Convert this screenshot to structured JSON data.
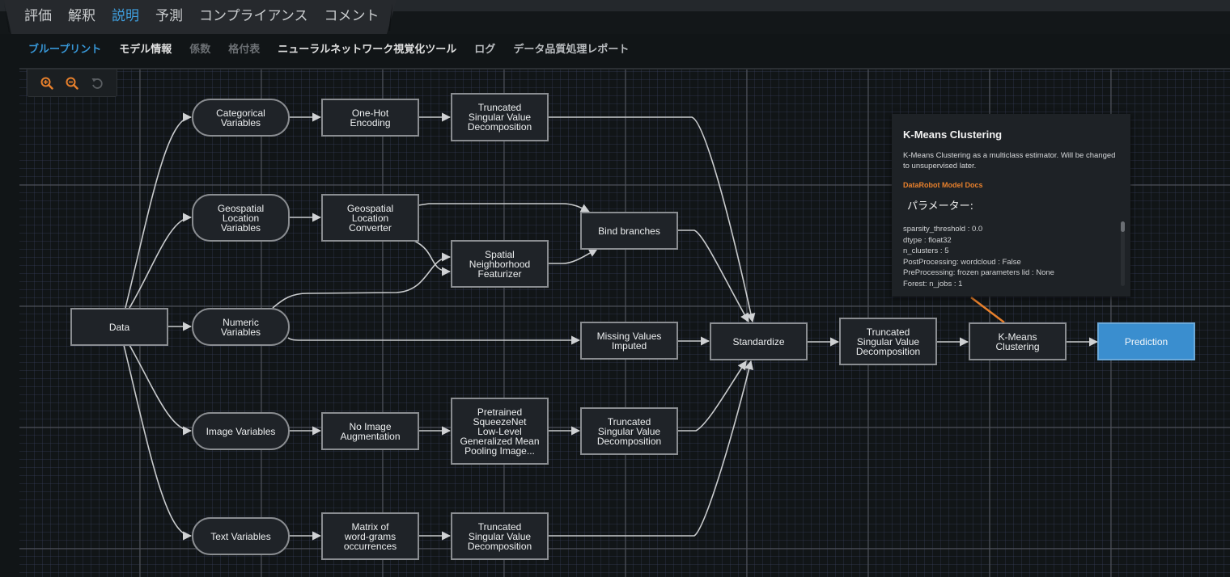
{
  "main_tabs": [
    {
      "label": "評価",
      "active": false
    },
    {
      "label": "解釈",
      "active": false
    },
    {
      "label": "説明",
      "active": true
    },
    {
      "label": "予測",
      "active": false
    },
    {
      "label": "コンプライアンス",
      "active": false
    },
    {
      "label": "コメント",
      "active": false
    }
  ],
  "sub_tabs": [
    {
      "label": "ブループリント",
      "state": "active"
    },
    {
      "label": "モデル情報",
      "state": "normal"
    },
    {
      "label": "係数",
      "state": "disabled"
    },
    {
      "label": "格付表",
      "state": "disabled"
    },
    {
      "label": "ニューラルネットワーク視覚化ツール",
      "state": "normal"
    },
    {
      "label": "ログ",
      "state": "light"
    },
    {
      "label": "データ品質処理レポート",
      "state": "light"
    }
  ],
  "zoom_controls": {
    "zoom_in_icon": "zoom-in-icon",
    "zoom_out_icon": "zoom-out-icon",
    "reset_icon": "reset-icon",
    "accent_color": "#e8802c"
  },
  "blueprint": {
    "nodes": {
      "data": "Data",
      "categorical": "Categorical\nVariables",
      "geo_vars": "Geospatial\nLocation\nVariables",
      "numeric": "Numeric\nVariables",
      "image_vars": "Image Variables",
      "text_vars": "Text Variables",
      "onehot": "One-Hot\nEncoding",
      "tsvd_cat": "Truncated\nSingular Value\nDecomposition",
      "geo_conv": "Geospatial\nLocation\nConverter",
      "spatial": "Spatial\nNeighborhood\nFeaturizer",
      "bind": "Bind branches",
      "missing": "Missing Values\nImputed",
      "noaug": "No Image\nAugmentation",
      "squeeze": "Pretrained\nSqueezeNet\nLow-Level\nGeneralized Mean\nPooling Image...",
      "tsvd_img": "Truncated\nSingular Value\nDecomposition",
      "matrix": "Matrix of\nword-grams\noccurrences",
      "tsvd_text": "Truncated\nSingular Value\nDecomposition",
      "standardize": "Standardize",
      "tsvd_main": "Truncated\nSingular Value\nDecomposition",
      "kmeans": "K-Means\nClustering",
      "prediction": "Prediction"
    },
    "prediction_color": "#3a8ecf"
  },
  "tooltip": {
    "title": "K-Means Clustering",
    "description": "K-Means Clustering as a multiclass estimator. Will be changed to unsupervised later.",
    "docs_link": "DataRobot Model Docs",
    "params_heading": "パラメーター:",
    "params": [
      "sparsity_threshold : 0.0",
      "dtype : float32",
      "n_clusters : 5",
      "PostProcessing: wordcloud : False",
      "PreProcessing: frozen parameters lid : None",
      "Forest: n_jobs : 1"
    ],
    "link_color": "#e8802c"
  }
}
